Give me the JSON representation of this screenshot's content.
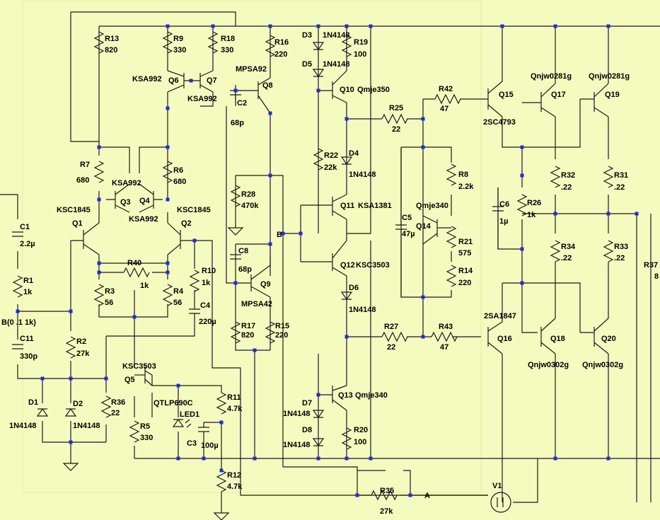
{
  "colors": {
    "background": "#f4fbbf",
    "wire": "#1a1a1a",
    "junction": "#1a2fd6",
    "frame": "#e9efa9"
  },
  "labels": {
    "r13": "R13",
    "r13v": "820",
    "r9": "R9",
    "r9v": "330",
    "r18": "R18",
    "r18v": "330",
    "r16": "R16",
    "r16v": "220",
    "r19": "R19",
    "r19v": "100",
    "d3": "D3",
    "d3v": "1N4148",
    "d5": "D5",
    "d5v": "1N4148",
    "q6": "Q6",
    "q6t": "KSA992",
    "q7": "Q7",
    "q7t": "KSA992",
    "q8": "Q8",
    "q8t": "MPSA92",
    "c2": "C2",
    "c2v": "68p",
    "q10": "Q10",
    "q10t": "Qmje350",
    "r42": "R42",
    "r42v": "47",
    "q15": "Q15",
    "q15t": "2SC4793",
    "q17": "Q17",
    "q17t": "Qnjw0281g",
    "q19": "Q19",
    "q19t": "Qnjw0281g",
    "r25": "R25",
    "r25v": "22",
    "r7": "R7",
    "r7v": "680",
    "r6": "R6",
    "r6v": "680",
    "r22": "R22",
    "r22v": "22k",
    "d4": "D4",
    "d4v": "1N4148",
    "r8": "R8",
    "r8v": "2.2k",
    "r32": "R32",
    "r32v": ".22",
    "r31": "R31",
    "r31v": ".22",
    "q3": "Q3",
    "q3t": "KSA992",
    "q4": "Q4",
    "q4t": "KSA992",
    "r28": "R28",
    "r28v": "470k",
    "q11": "Q11",
    "q11t": "KSA1381",
    "q14": "Q14",
    "q14t": "Qmje340",
    "c6": "C6",
    "c6v": "1µ",
    "r26": "R26",
    "r26v": "1k",
    "q1": "Q1",
    "q1t": "KSC1845",
    "q2": "Q2",
    "q2t": "KSC1845",
    "c1": "C1",
    "c1v": "2.2µ",
    "c5": "C5",
    "c5v": "47µ",
    "node_b": "B",
    "c8": "C8",
    "c8v": "68p",
    "q12": "Q12",
    "q12t": "KSC3503",
    "r21": "R21",
    "r21v": "575",
    "r34": "R34",
    "r34v": ".22",
    "r33": "R33",
    "r33v": ".22",
    "r37": "R37",
    "r37v": "8",
    "r40": "R40",
    "r40v": "1k",
    "r10": "R10",
    "r10v": "1k",
    "r1": "R1",
    "r1v": "1k",
    "r14": "R14",
    "r14v": "220",
    "q9": "Q9",
    "q9t": "MPSA42",
    "r3": "R3",
    "r3v": "56",
    "r4": "R4",
    "r4v": "56",
    "c4": "C4",
    "c4v": "220µ",
    "d6": "D6",
    "d6v": "1N4148",
    "source": "B(0 .1 1k)",
    "q16": "Q16",
    "q16t": "2SA1847",
    "c11": "C11",
    "c11v": "330p",
    "r17": "R17",
    "r17v": "820",
    "r15": "R15",
    "r15v": "220",
    "r27": "R27",
    "r27v": "22",
    "r43": "R43",
    "r43v": "47",
    "q18": "Q18",
    "q18t": "Qnjw0302g",
    "q20": "Q20",
    "q20t": "Qnjw0302g",
    "r2": "R2",
    "r2v": "27k",
    "q5": "Q5",
    "q5t": "KSC3503",
    "q13": "Q13",
    "q13t": "Qmje340",
    "d1": "D1",
    "d1v": "1N4148",
    "d2": "D2",
    "d2v": "1N4148",
    "r36": "R36",
    "r36v": "22",
    "qtlp": "QTLP690C",
    "led1": "LED1",
    "r11": "R11",
    "r11v": "4.7k",
    "r5": "R5",
    "r5v": "330",
    "c3": "C3",
    "c3v": "100µ",
    "d7": "D7",
    "d7v": "1N4148",
    "d8": "D8",
    "d8v": "1N4148",
    "r20": "R20",
    "r20v": "100",
    "r12": "R12",
    "r12v": "4.7k",
    "r35": "R35",
    "r35v": "27k",
    "node_a": "A",
    "v1": "V1"
  }
}
